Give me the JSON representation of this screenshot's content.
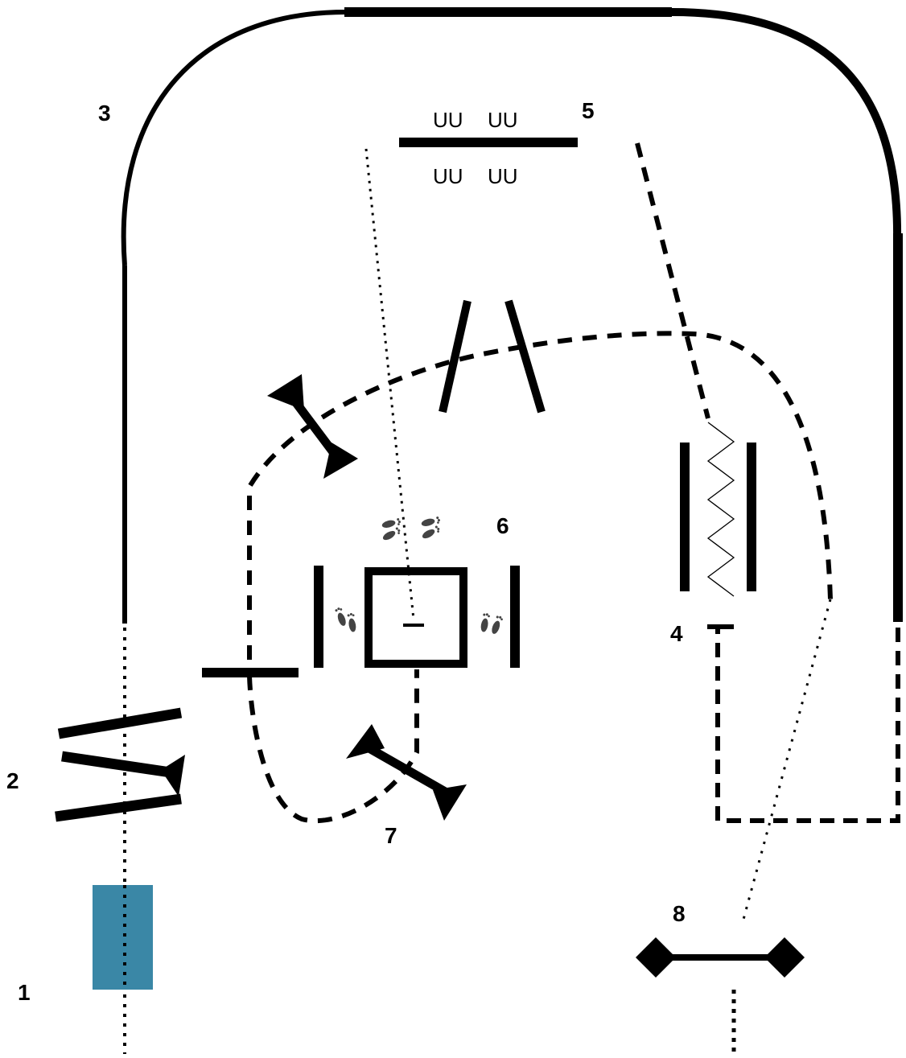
{
  "diagram": {
    "labels": {
      "n1": "1",
      "n2": "2",
      "n3": "3",
      "n4": "4",
      "n5": "5",
      "n6": "6",
      "n7": "7",
      "n8": "8"
    },
    "uu_marks": [
      "UU",
      "UU",
      "UU",
      "UU"
    ],
    "icons": {
      "footprints": "footprints-icon",
      "zigzag": "zigzag-spring-icon",
      "diamond": "diamond-marker-icon"
    },
    "colors": {
      "line": "#000000",
      "block": "#3a87a6"
    }
  }
}
